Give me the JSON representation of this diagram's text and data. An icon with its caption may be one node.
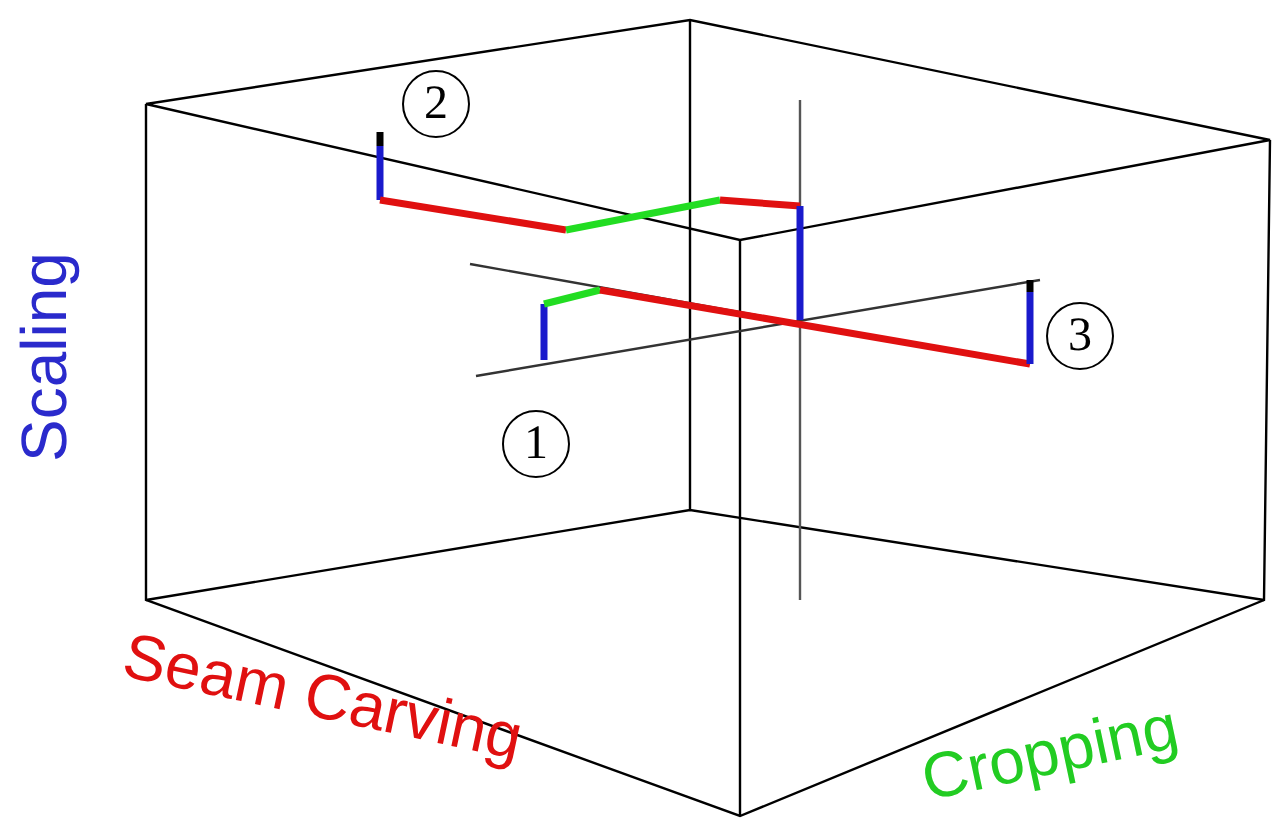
{
  "diagram": {
    "nodes": [
      {
        "text": [
          "2"
        ]
      },
      {
        "text": [
          "1"
        ]
      },
      {
        "text": [
          "3"
        ]
      }
    ],
    "labels": [
      "Scaling",
      "Seam Carving",
      "Cropping"
    ]
  }
}
